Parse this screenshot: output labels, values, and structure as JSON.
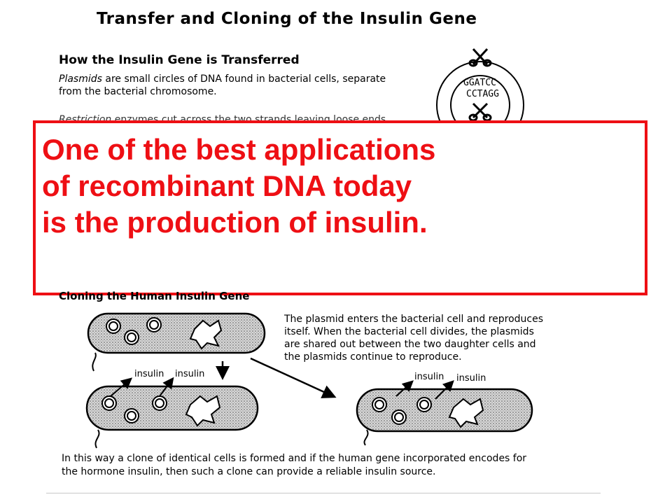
{
  "document": {
    "title": "Transfer and Cloning of the Insulin Gene",
    "section_heading": "How the Insulin Gene is Transferred",
    "para1_term": "Plasmids",
    "para1_rest": "are small circles of DNA found in bacterial cells, separate",
    "para1_line2": "from the bacterial chromosome.",
    "para2_term": "Restriction",
    "para2_rest": "enzymes cut across the two strands leaving loose ends.",
    "plasmid_seq_top": "GGATCC",
    "plasmid_seq_bottom": "CCTAGG",
    "cloning_heading": "Cloning the Human Insulin Gene",
    "right_text": [
      "The plasmid enters the bacterial cell and reproduces",
      "itself.  When the bacterial cell divides, the plasmids",
      "are shared out between the two daughter cells and",
      "the plasmids continue to reproduce."
    ],
    "insulin_label": "insulin",
    "bottom_text": [
      "In this way a clone of identical cells is formed and if the human gene incorporated encodes for",
      "the hormone insulin, then such a clone can provide a reliable insulin source."
    ]
  },
  "callout": {
    "lines": [
      "One of the best applications",
      "of recombinant DNA today",
      "is the production of insulin."
    ],
    "color": "#ee0f14"
  }
}
